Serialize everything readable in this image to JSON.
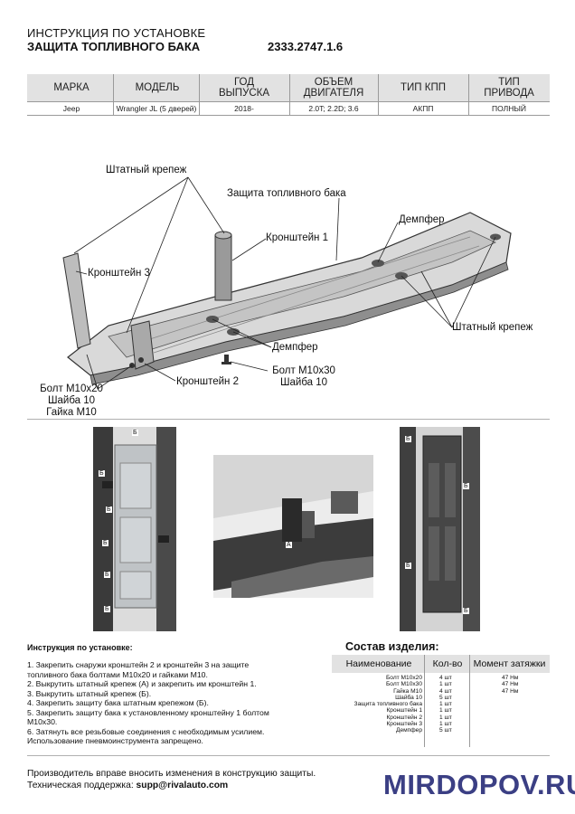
{
  "header": {
    "line1": "ИНСТРУКЦИЯ ПО УСТАНОВКЕ",
    "line2": "ЗАЩИТА ТОПЛИВНОГО БАКА",
    "code": "2333.2747.1.6"
  },
  "spec": {
    "columns": [
      "МАРКА",
      "МОДЕЛЬ",
      "ГОД ВЫПУСКА",
      "ОБЪЕМ ДВИГАТЕЛЯ",
      "ТИП КПП",
      "ТИП ПРИВОДА"
    ],
    "row": [
      "Jeep",
      "Wrangler JL (5 дверей)",
      "2018-",
      "2.0T; 2.2D; 3.6",
      "АКПП",
      "ПОЛНЫЙ"
    ]
  },
  "diagram": {
    "labels": {
      "standard_fastener_top": "Штатный крепеж",
      "fuel_tank_guard": "Защита топливного бака",
      "bracket_1": "Кронштейн 1",
      "damper_top": "Демпфер",
      "bracket_3": "Кронштейн 3",
      "standard_fastener_right": "Штатный крепеж",
      "damper_bottom": "Демпфер",
      "bolt_m10x30": "Болт М10х30",
      "washer_10_b": "Шайба 10",
      "bracket_2": "Кронштейн 2",
      "bolt_m10x20": "Болт М10х20",
      "washer_10_a": "Шайба 10",
      "nut_m10": "Гайка М10"
    }
  },
  "photos": {
    "marks": [
      "Б",
      "Б",
      "Б",
      "Б",
      "Б",
      "Б",
      "А",
      "Б",
      "Б",
      "Б",
      "Б"
    ]
  },
  "instructions": {
    "title": "Инструкция по установке:",
    "lines": [
      "1. Закрепить снаружи кронштейн 2 и кронштейн 3 на защите",
      "топливного бака болтами М10х20 и гайками М10.",
      "2. Выкрутить штатный крепеж (А) и закрепить им кронштейн 1.",
      "3. Выкрутить штатный крепеж (Б).",
      "4. Закрепить защиту бака штатным крепежом (Б).",
      "5. Закрепить защиту бака к установленному кронштейну 1 болтом",
      "М10х30.",
      "6. Затянуть все резьбовые соединения с необходимым усилием.",
      "Использование пневмоинструмента запрещено."
    ]
  },
  "composition": {
    "title": "Состав изделия:",
    "headers": [
      "Наименование",
      "Кол-во",
      "Момент затяжки"
    ],
    "items": [
      {
        "name": "Болт М10х20",
        "qty": "4 шт",
        "torque": "47 Нм"
      },
      {
        "name": "Болт М10х30",
        "qty": "1 шт",
        "torque": "47 Нм"
      },
      {
        "name": "Гайка М10",
        "qty": "4 шт",
        "torque": "47 Нм"
      },
      {
        "name": "Шайба 10",
        "qty": "5 шт",
        "torque": ""
      },
      {
        "name": "Защита топливного бака",
        "qty": "1 шт",
        "torque": ""
      },
      {
        "name": "Кронштейн 1",
        "qty": "1 шт",
        "torque": ""
      },
      {
        "name": "Кронштейн 2",
        "qty": "1 шт",
        "torque": ""
      },
      {
        "name": "Кронштейн 3",
        "qty": "1 шт",
        "torque": ""
      },
      {
        "name": "Демпфер",
        "qty": "5 шт",
        "torque": ""
      }
    ]
  },
  "footer": {
    "line1": "Производитель вправе вносить изменения в конструкцию защиты.",
    "support_label": "Техническая поддержка: ",
    "support_email": "supp@rivalauto.com"
  },
  "watermark": "MIRDOPOV.RU"
}
